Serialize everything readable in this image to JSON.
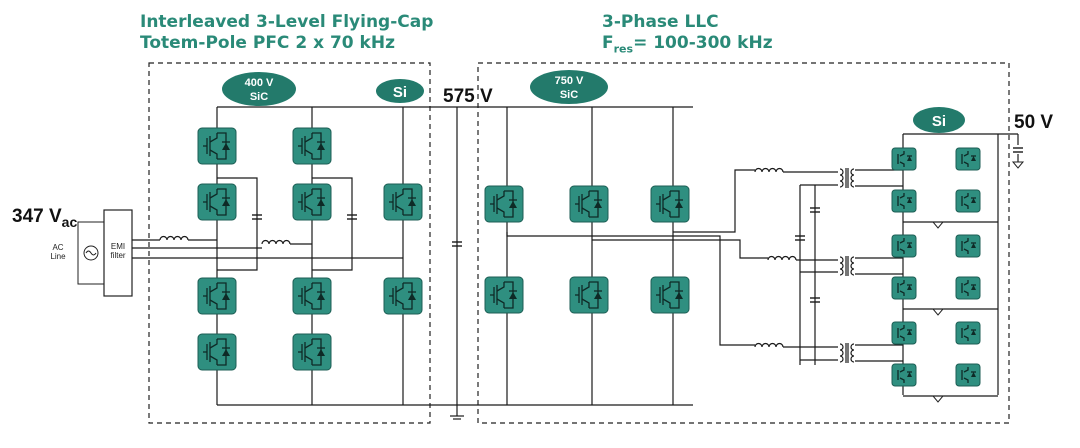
{
  "pfc": {
    "title_line1": "Interleaved 3-Level Flying-Cap",
    "title_line2": "Totem-Pole PFC 2 x 70 kHz",
    "badge_sic_voltage": "400 V",
    "badge_sic_material": "SiC",
    "badge_si": "Si"
  },
  "llc": {
    "title_line1": "3-Phase LLC",
    "title_fres_symbol": "F",
    "title_fres_sub": "res",
    "title_fres_value": "= 100-300 kHz",
    "badge_sic_voltage": "750 V",
    "badge_sic_material": "SiC",
    "badge_si": "Si"
  },
  "input": {
    "voltage_value": "347 V",
    "voltage_sub": "ac",
    "source_line1": "AC",
    "source_line2": "Line",
    "filter_line1": "EMI",
    "filter_line2": "filter"
  },
  "bus_voltage": "575 V",
  "output_voltage": "50 V",
  "colors": {
    "accent": "#2a8a78",
    "switch": "#2f8f80",
    "badge": "#237a6b"
  }
}
